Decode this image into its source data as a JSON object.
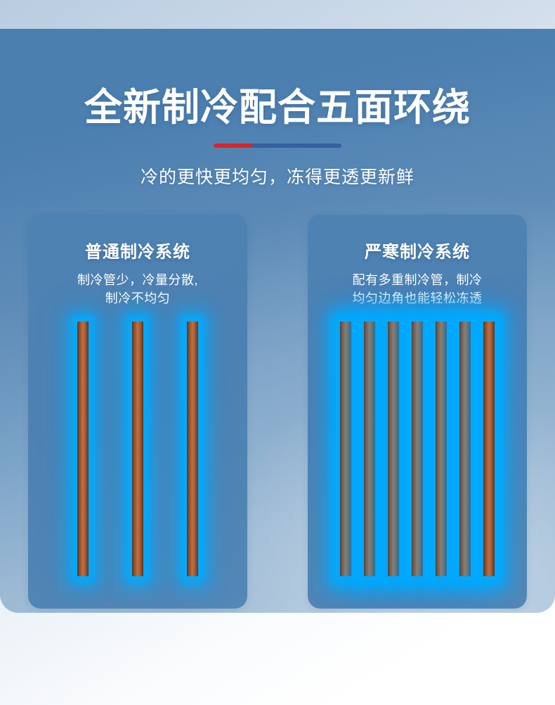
{
  "hero": {
    "title": "全新制冷配合五面环绕",
    "subtitle": "冷的更快更均匀，冻得更透更新鲜",
    "divider": {
      "red_color": "#d9252a",
      "blue_color": "#36609c"
    },
    "background_colors": {
      "top": "#4a7fb0",
      "bottom": "#b9cde0",
      "page": "#ffffff"
    }
  },
  "comparison": {
    "panels": [
      {
        "id": "ordinary",
        "title": "普通制冷系统",
        "description": "制冷管少，冷量分散,\n制冷不均匀",
        "description_lines": [
          "制冷管少，冷量分散,",
          "制冷不均匀"
        ],
        "pipe_count": 3,
        "layout": "sparse"
      },
      {
        "id": "severe-cold",
        "title": "严寒制冷系统",
        "description": "配有多重制冷管，制冷\n均匀边角也能轻松冻透",
        "description_lines": [
          "配有多重制冷管，制冷",
          "均匀边角也能轻松冻透"
        ],
        "pipe_count": 7,
        "layout": "dense"
      }
    ],
    "pipe_colors": {
      "copper_light": "#c0703f",
      "copper_dark": "#5a3423",
      "glow": "#00aaff"
    },
    "panel_color": "#4e82b3"
  }
}
